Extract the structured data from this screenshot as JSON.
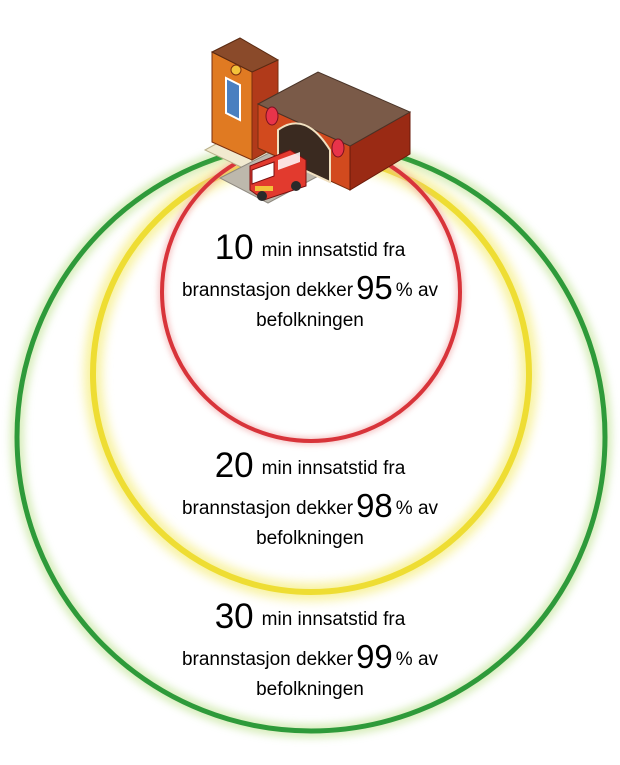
{
  "zones": [
    {
      "minutes": "10",
      "text_a": "min innsatstid fra",
      "text_b": "brannstasjon dekker",
      "percent": "95",
      "text_c": "% av",
      "text_d": "befolkningen",
      "ring_color": "#d8343a"
    },
    {
      "minutes": "20",
      "text_a": "min innsatstid fra",
      "text_b": "brannstasjon dekker",
      "percent": "98",
      "text_c": "% av",
      "text_d": "befolkningen",
      "ring_color": "#eedd33"
    },
    {
      "minutes": "30",
      "text_a": "min innsatstid fra",
      "text_b": "brannstasjon dekker",
      "percent": "99",
      "text_c": "% av",
      "text_d": "befolkningen",
      "ring_color": "#2e9a3a"
    }
  ],
  "station_icon": "fire-station-icon",
  "truck_icon": "fire-truck-icon"
}
